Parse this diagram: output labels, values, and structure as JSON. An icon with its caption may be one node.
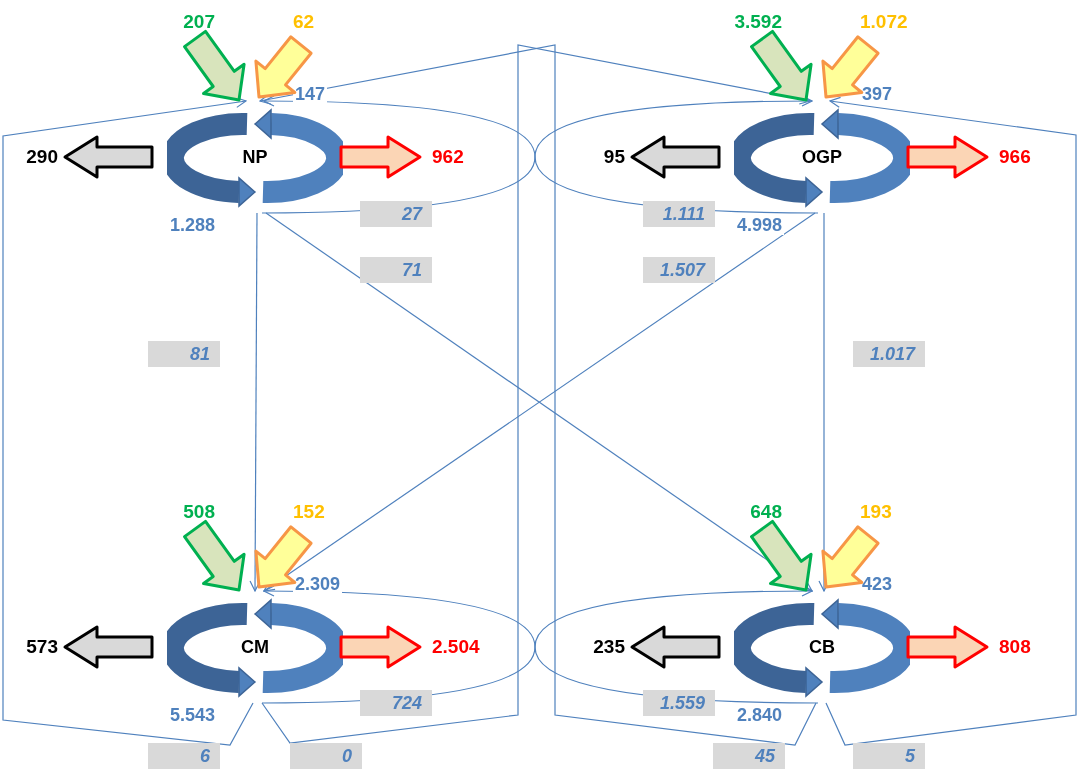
{
  "diagram": {
    "nodes": [
      {
        "text": [
          "NP"
        ],
        "beside": [
          "147",
          "1.288"
        ]
      },
      {
        "text": [
          "OGP"
        ],
        "beside": [
          "397",
          "4.998"
        ]
      },
      {
        "text": [
          "CM"
        ],
        "beside": [
          "2.309",
          "5.543"
        ]
      },
      {
        "text": [
          "CB"
        ],
        "beside": [
          "423",
          "2.840"
        ]
      }
    ],
    "edges": [
      {
        "from": null,
        "to": 0,
        "arrow": "to",
        "label": "207",
        "style": "thick",
        "color": "#00b050"
      },
      {
        "from": null,
        "to": 0,
        "arrow": "to",
        "label": "62",
        "style": "thick",
        "color": "#f79646"
      },
      {
        "from": 0,
        "to": null,
        "arrow": "to",
        "label": "290",
        "style": "thick",
        "color": "#000000"
      },
      {
        "from": 0,
        "to": null,
        "arrow": "to",
        "label": "962",
        "style": "thick",
        "color": "#ff0000"
      },
      {
        "from": null,
        "to": 1,
        "arrow": "to",
        "label": "3.592",
        "style": "thick",
        "color": "#00b050"
      },
      {
        "from": null,
        "to": 1,
        "arrow": "to",
        "label": "1.072",
        "style": "thick",
        "color": "#f79646"
      },
      {
        "from": 1,
        "to": null,
        "arrow": "to",
        "label": "95",
        "style": "thick",
        "color": "#000000"
      },
      {
        "from": 1,
        "to": null,
        "arrow": "to",
        "label": "966",
        "style": "thick",
        "color": "#ff0000"
      },
      {
        "from": null,
        "to": 2,
        "arrow": "to",
        "label": "508",
        "style": "thick",
        "color": "#00b050"
      },
      {
        "from": null,
        "to": 2,
        "arrow": "to",
        "label": "152",
        "style": "thick",
        "color": "#f79646"
      },
      {
        "from": 2,
        "to": null,
        "arrow": "to",
        "label": "573",
        "style": "thick",
        "color": "#000000"
      },
      {
        "from": 2,
        "to": null,
        "arrow": "to",
        "label": "2.504",
        "style": "thick",
        "color": "#ff0000"
      },
      {
        "from": null,
        "to": 3,
        "arrow": "to",
        "label": "648",
        "style": "thick",
        "color": "#00b050"
      },
      {
        "from": null,
        "to": 3,
        "arrow": "to",
        "label": "193",
        "style": "thick",
        "color": "#f79646"
      },
      {
        "from": 3,
        "to": null,
        "arrow": "to",
        "label": "235",
        "style": "thick",
        "color": "#000000"
      },
      {
        "from": 3,
        "to": null,
        "arrow": "to",
        "label": "808",
        "style": "thick",
        "color": "#ff0000"
      },
      {
        "from": 0,
        "to": 1,
        "arrow": "to",
        "label": "27"
      },
      {
        "from": 0,
        "to": 3,
        "arrow": "to",
        "label": "71"
      },
      {
        "from": 0,
        "to": 2,
        "arrow": "to",
        "label": "81"
      },
      {
        "from": 1,
        "to": 0,
        "arrow": "to",
        "label": "1.111"
      },
      {
        "from": 1,
        "to": 2,
        "arrow": "to",
        "label": "1.507"
      },
      {
        "from": 1,
        "to": 3,
        "arrow": "to",
        "label": "1.017"
      },
      {
        "from": 2,
        "to": 3,
        "arrow": "to",
        "label": "724"
      },
      {
        "from": 2,
        "to": 0,
        "arrow": "to",
        "label": "6"
      },
      {
        "from": 2,
        "to": 1,
        "arrow": "to",
        "label": "0"
      },
      {
        "from": 3,
        "to": 2,
        "arrow": "to",
        "label": "1.559"
      },
      {
        "from": 3,
        "to": 0,
        "arrow": "to",
        "label": "45"
      },
      {
        "from": 3,
        "to": 1,
        "arrow": "to",
        "label": "5"
      }
    ]
  }
}
